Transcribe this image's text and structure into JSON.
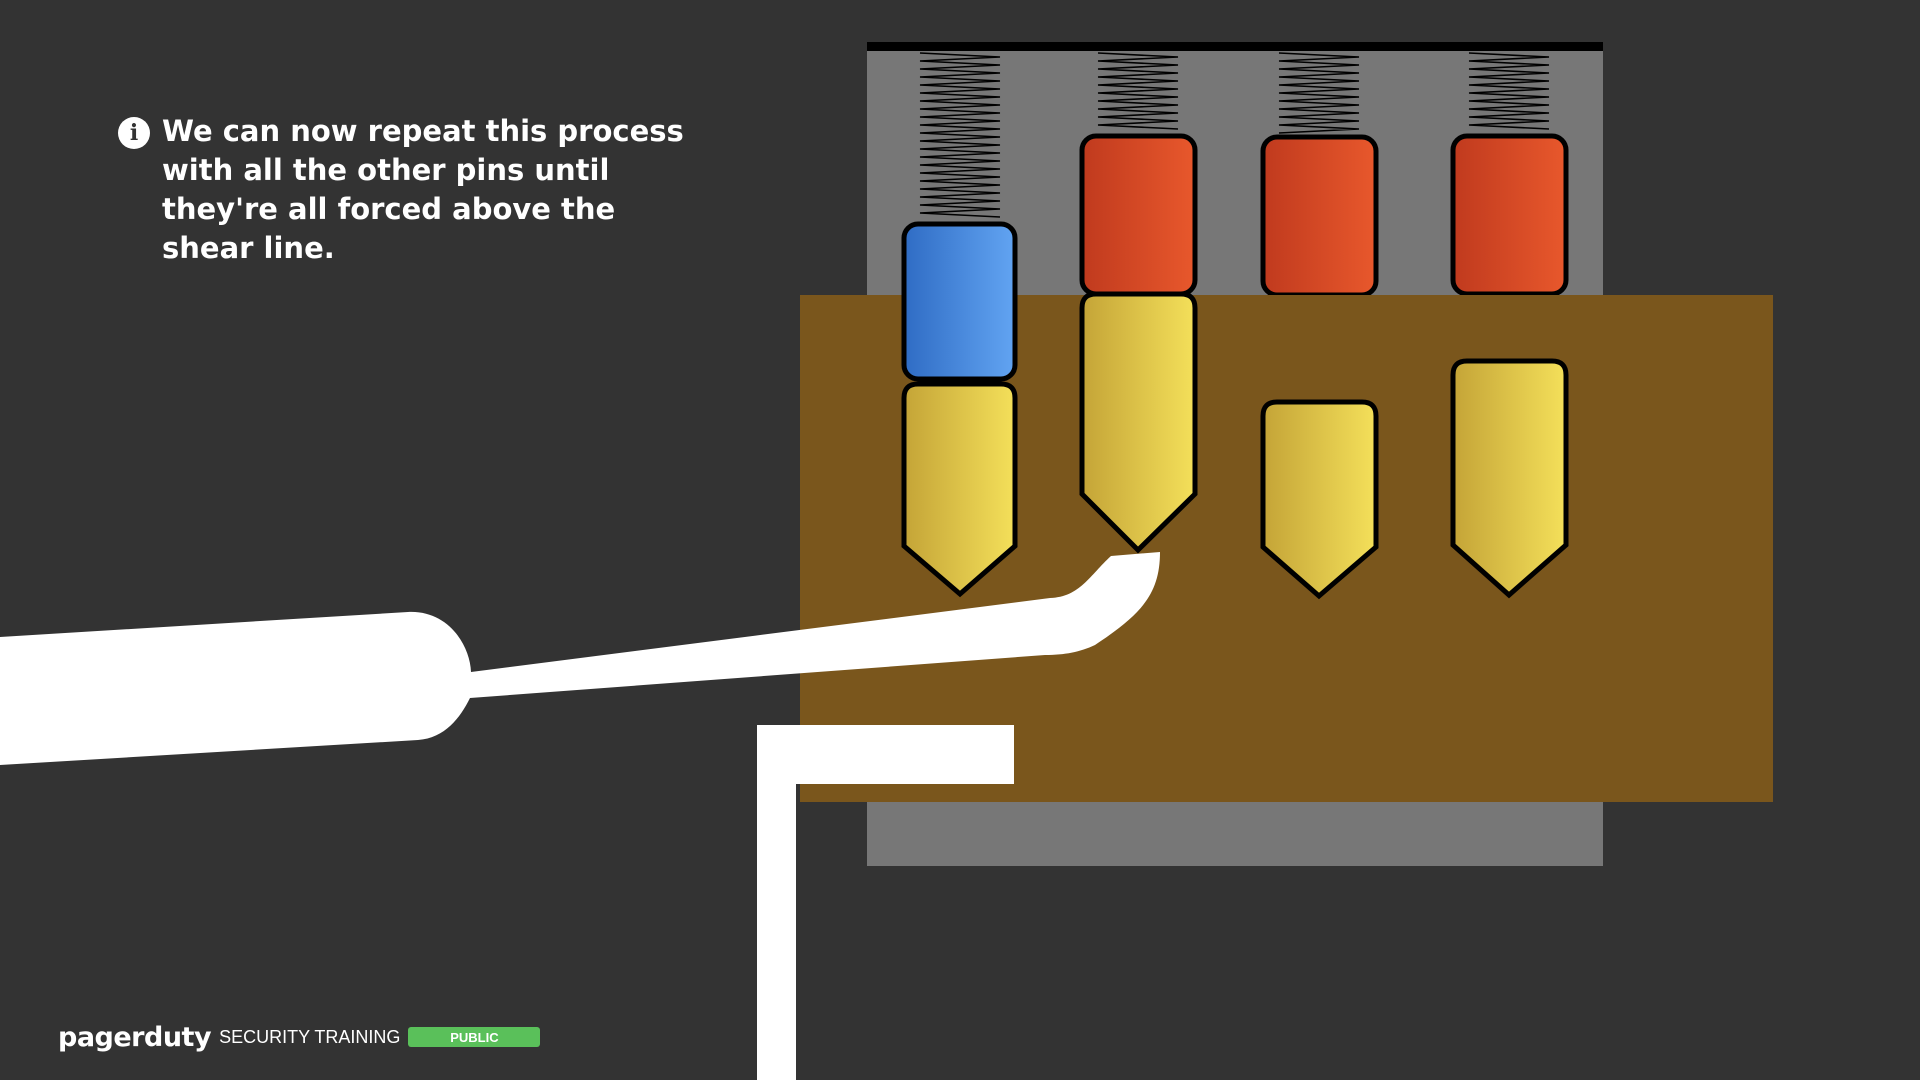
{
  "note": {
    "icon": "info-icon",
    "icon_glyph": "i",
    "text": "We can now repeat this process with all the other pins until they're all forced above the shear line."
  },
  "footer": {
    "logo": "pagerduty",
    "label": "SECURITY TRAINING",
    "badge": "PUBLIC",
    "badge_color": "#5ac05a"
  },
  "colors": {
    "background": "#333333",
    "housing": "#777777",
    "plug": "#7a561c",
    "key_pin": "#e8d050",
    "driver_pin": "#d84a24",
    "set_driver_pin": "#4a8ae0",
    "tools": "#ffffff"
  },
  "lock": {
    "pins": [
      {
        "position": "pin-1",
        "state": "set at shear line",
        "driver": "blue"
      },
      {
        "position": "pin-2",
        "state": "being lifted by pick",
        "driver": "red"
      },
      {
        "position": "pin-3",
        "state": "unset",
        "driver": "red"
      },
      {
        "position": "pin-4",
        "state": "unset",
        "driver": "red"
      }
    ],
    "tools": [
      "lock-pick",
      "tension-wrench"
    ]
  }
}
